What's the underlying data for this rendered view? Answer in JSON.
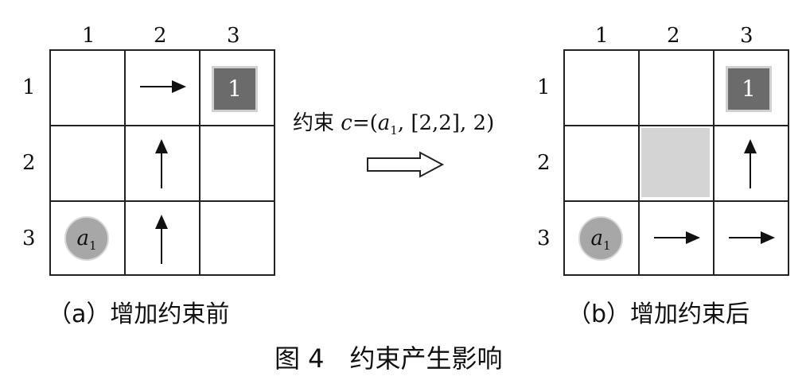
{
  "column_labels": [
    "1",
    "2",
    "3"
  ],
  "row_labels": [
    "1",
    "2",
    "3"
  ],
  "panel_a": {
    "caption": "（a）增加约束前",
    "goal_label": "1",
    "agent_symbol": "a",
    "agent_subscript": "1"
  },
  "panel_b": {
    "caption": "（b）增加约束后",
    "goal_label": "1",
    "agent_symbol": "a",
    "agent_subscript": "1"
  },
  "constraint": {
    "prefix": "约束 ",
    "var": "c",
    "eq": "=(",
    "agent_symbol": "a",
    "agent_subscript": "1",
    "rest": ", [2,2], 2)"
  },
  "figure_title": "图 4　约束产生影响",
  "colors": {
    "grid_line": "#222222",
    "goal_fill": "#6b6b6b",
    "agent_fill": "#a7a7a7",
    "blocked_fill": "#d4d4d4",
    "arrow": "#111111"
  }
}
